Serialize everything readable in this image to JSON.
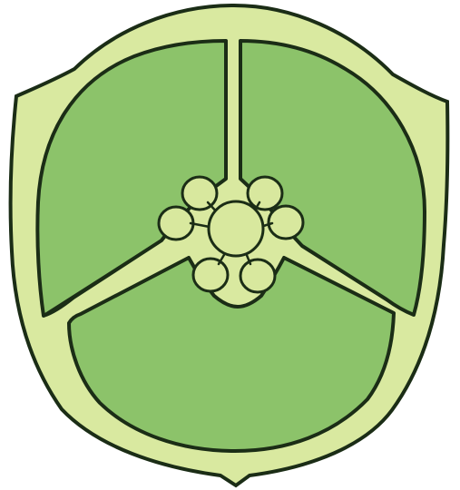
{
  "diagram": {
    "kind": "ovary-transverse-section",
    "locule_count": 3,
    "ovule_count": 6,
    "colors": {
      "background": "#ffffff",
      "ovary_wall": "#d9e9a0",
      "locule": "#8cc36a",
      "placenta": "#d8e89e",
      "outline": "#1b2d16"
    }
  }
}
